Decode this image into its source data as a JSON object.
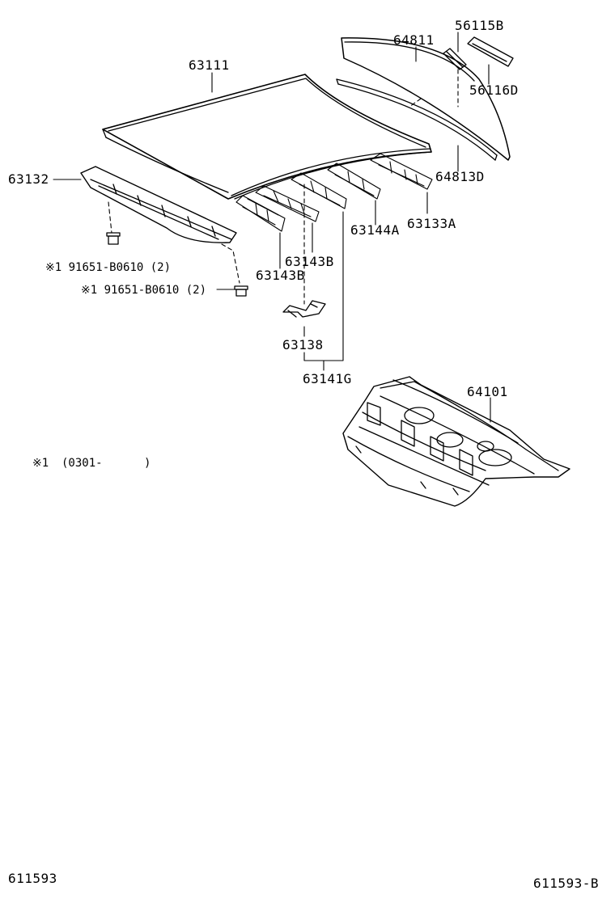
{
  "parts": {
    "roof_panel": "63111",
    "back_window_glass": "64811",
    "clip": "56115B",
    "weatherstrip": "56116D",
    "glass_molding": "64813D",
    "front_header": "63132",
    "rear_header": "63133A",
    "roof_bow_a": "63144A",
    "roof_bow_b1": "63143B",
    "roof_bow_b2": "63143B",
    "bracket": "63138",
    "reinforcement_assy": "63141G",
    "package_tray_panel": "64101"
  },
  "bolts": {
    "bolt_1": "※1 91651-B0610 (2)",
    "bolt_2": "※1 91651-B0610 (2)"
  },
  "footnote": {
    "mark": "※1",
    "range_open": "(0301-",
    "range_close": ")"
  },
  "footer": {
    "left_code": "611593",
    "right_code": "611593-B"
  }
}
